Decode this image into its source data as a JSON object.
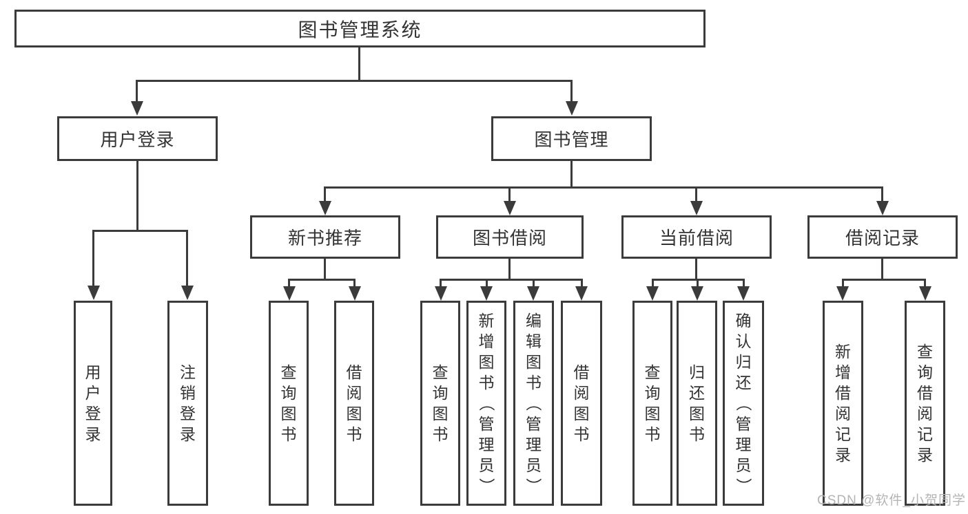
{
  "tree": {
    "root": {
      "label": "图书管理系统"
    },
    "branches": [
      {
        "label": "用户登录",
        "children": [
          {
            "label": "用户登录"
          },
          {
            "label": "注销登录"
          }
        ]
      },
      {
        "label": "图书管理",
        "sections": [
          {
            "label": "新书推荐",
            "children": [
              {
                "label": "查询图书"
              },
              {
                "label": "借阅图书"
              }
            ]
          },
          {
            "label": "图书借阅",
            "children": [
              {
                "label": "查询图书"
              },
              {
                "label": "新增图书（管理员）"
              },
              {
                "label": "编辑图书（管理员）"
              },
              {
                "label": "借阅图书"
              }
            ]
          },
          {
            "label": "当前借阅",
            "children": [
              {
                "label": "查询图书"
              },
              {
                "label": "归还图书"
              },
              {
                "label": "确认归还（管理员）"
              }
            ]
          },
          {
            "label": "借阅记录",
            "children": [
              {
                "label": "新增借阅记录"
              },
              {
                "label": "查询借阅记录"
              }
            ]
          }
        ]
      }
    ]
  },
  "watermark": "CSDN @软件_小贺同学",
  "colors": {
    "line": "#3b3b3b",
    "text": "#333333",
    "watermark": "#b4b4b4",
    "background": "#ffffff"
  }
}
